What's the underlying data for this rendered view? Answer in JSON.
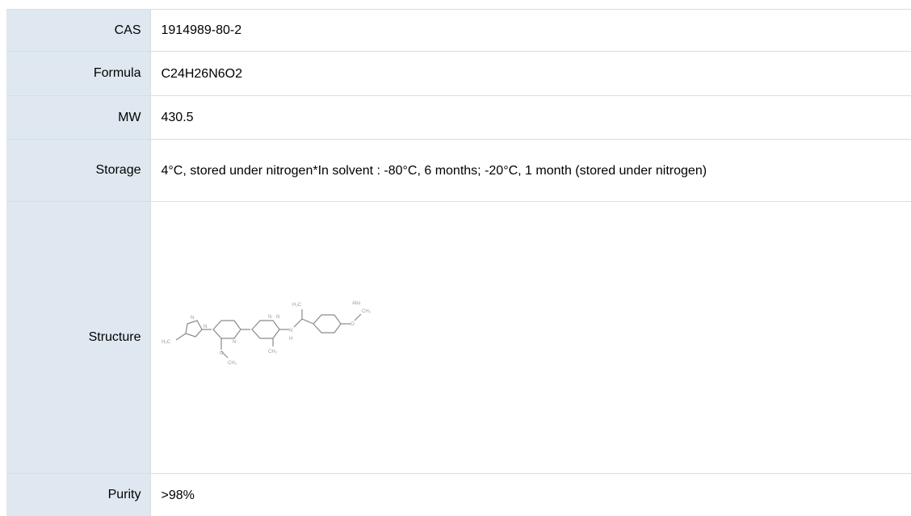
{
  "rows": [
    {
      "label": "CAS",
      "value": "1914989-80-2"
    },
    {
      "label": "Formula",
      "value": "C24H26N6O2"
    },
    {
      "label": "MW",
      "value": "430.5"
    },
    {
      "label": "Storage",
      "value": "4°C, stored under nitrogen*In solvent : -80°C, 6 months; -20°C, 1 month (stored under nitrogen)"
    },
    {
      "label": "Structure",
      "value": ""
    },
    {
      "label": "Purity",
      "value": ">98%"
    }
  ],
  "structure": {
    "atoms": {
      "h3c_left": "H₃C",
      "n_imid_top": "N",
      "n_imid_right": "N",
      "n_pyr1": "N",
      "o_methoxy1": "O",
      "ch3_methoxy1": "CH₃",
      "n_pyd1": "N",
      "n_pyd2": "N",
      "ch3_ring": "CH₃",
      "h3c_chiral": "H₃C",
      "n_amine": "N",
      "h_amine": "H",
      "o_methoxy2": "O",
      "ch3_methoxy2": "CH₃",
      "abs": "Abs"
    }
  }
}
